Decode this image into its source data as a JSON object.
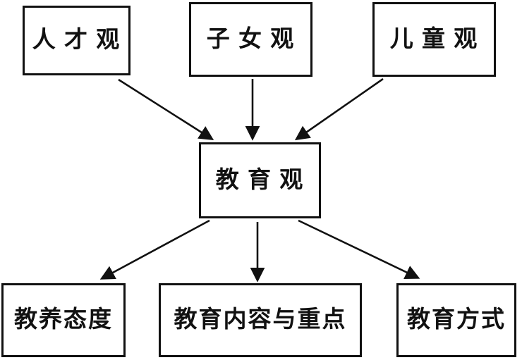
{
  "diagram": {
    "nodes": {
      "talent": {
        "label": "人 才 观"
      },
      "offspring": {
        "label": "子 女 观"
      },
      "child": {
        "label": "儿 童 观"
      },
      "education": {
        "label": "教 育 观"
      },
      "attitude": {
        "label": "教养态度"
      },
      "content": {
        "label": "教育内容与重点"
      },
      "method": {
        "label": "教育方式"
      }
    },
    "edges": [
      {
        "from": "talent",
        "to": "education"
      },
      {
        "from": "offspring",
        "to": "education"
      },
      {
        "from": "child",
        "to": "education"
      },
      {
        "from": "education",
        "to": "attitude"
      },
      {
        "from": "education",
        "to": "content"
      },
      {
        "from": "education",
        "to": "method"
      }
    ],
    "colors": {
      "ink": "#111111",
      "background": "#ffffff"
    }
  }
}
